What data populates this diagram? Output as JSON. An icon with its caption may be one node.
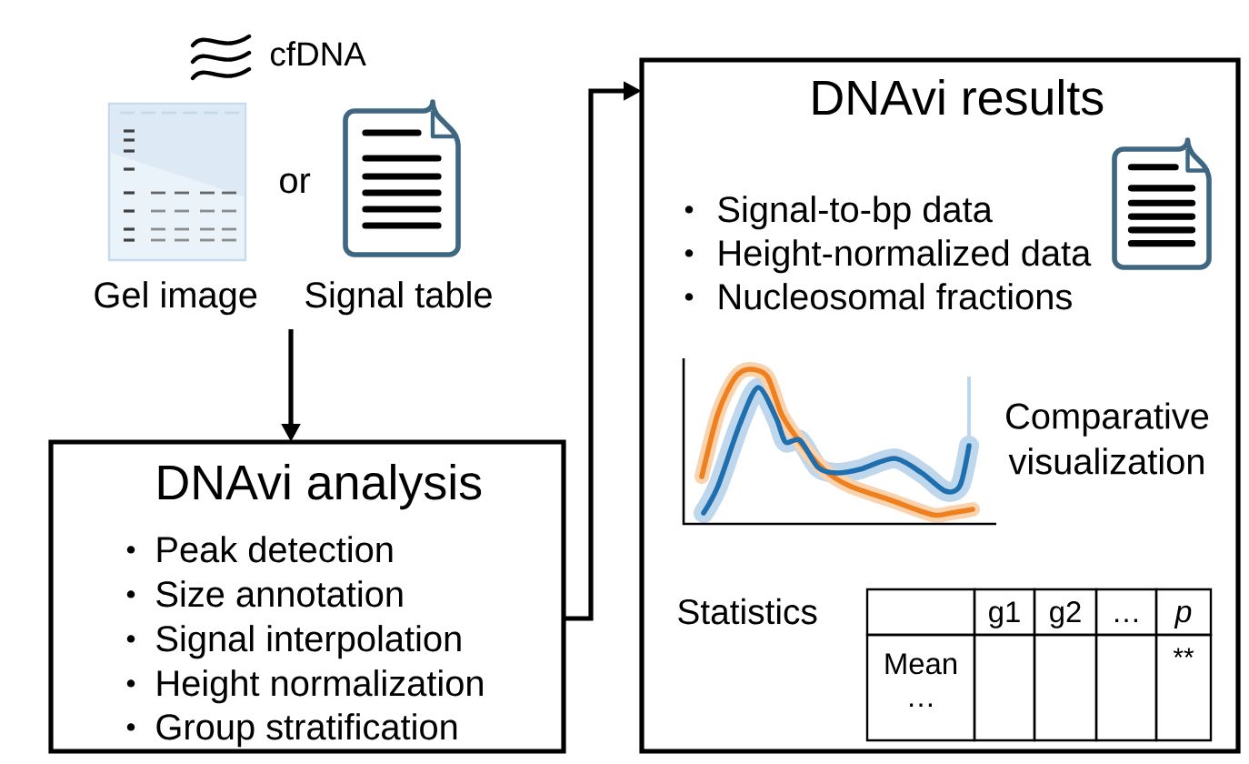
{
  "diagram": {
    "nodes": [
      {
        "text": [
          "DNAvi analysis",
          "Peak detection",
          "Size annotation",
          "Signal interpolation",
          "Height normalization",
          "Group stratification"
        ]
      },
      {
        "text": [
          "DNAvi results",
          "Signal-to-bp data",
          "Height-normalized data",
          "Nucleosomal fractions"
        ]
      }
    ],
    "edges": [
      {
        "from": null,
        "to": 0,
        "arrow": "to"
      },
      {
        "from": 0,
        "to": 1,
        "arrow": "to"
      }
    ],
    "labels": [
      "cfDNA",
      "or",
      "Gel image",
      "Signal table",
      "Comparative visualization",
      "Statistics",
      "g1",
      "g2",
      "…",
      "p",
      "Mean …",
      "**"
    ]
  }
}
